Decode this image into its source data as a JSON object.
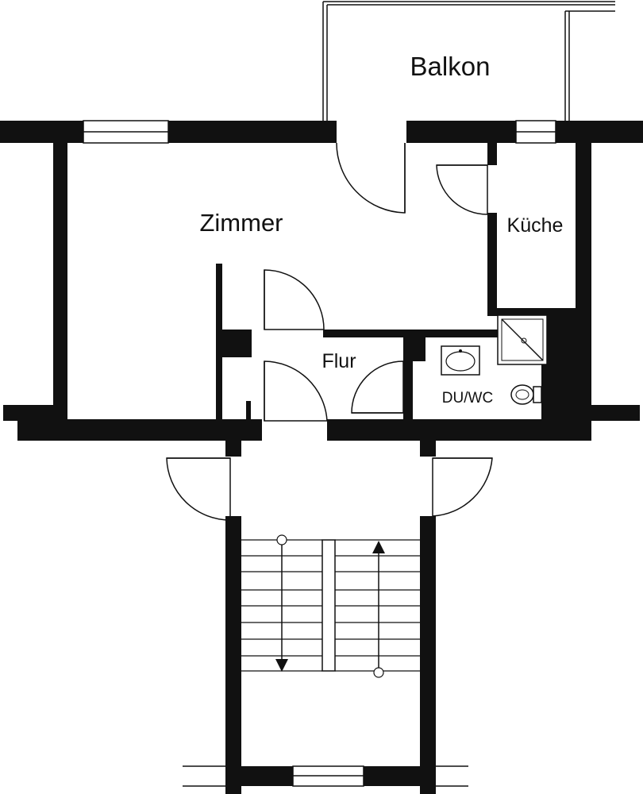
{
  "rooms": {
    "balcony": "Balkon",
    "living_room": "Zimmer",
    "kitchen": "Küche",
    "hallway": "Flur",
    "bathroom": "DU/WC"
  }
}
